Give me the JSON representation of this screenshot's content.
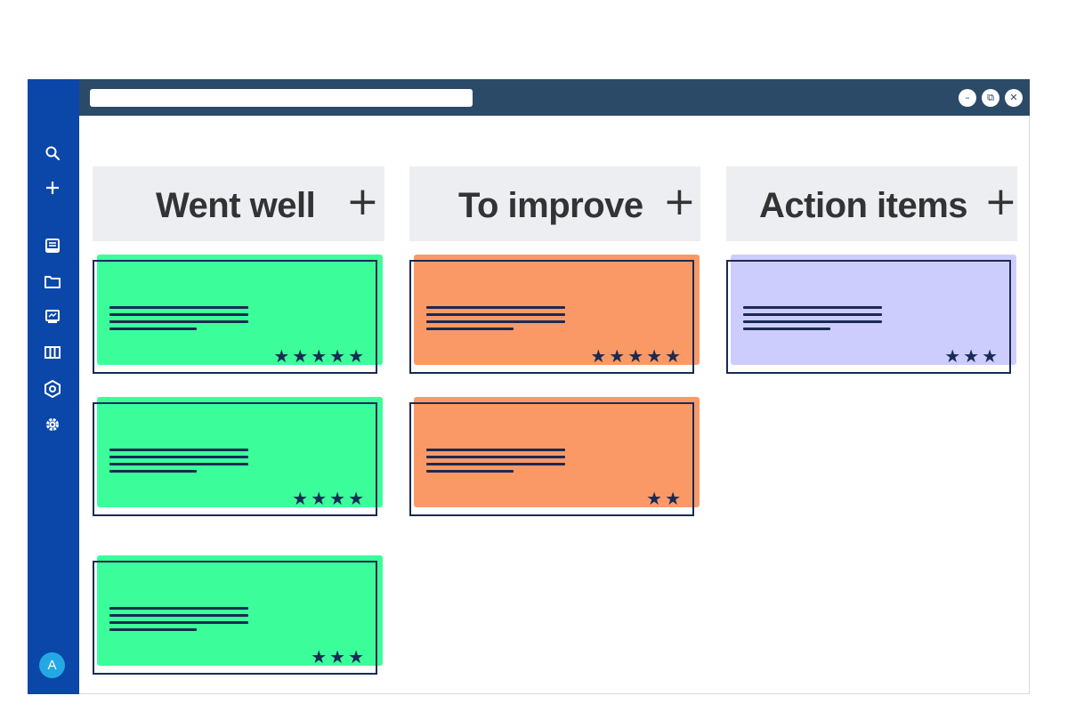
{
  "window": {
    "controls": [
      {
        "name": "minimize",
        "glyph": "–"
      },
      {
        "name": "restore",
        "glyph": "⧉"
      },
      {
        "name": "close",
        "glyph": "✕"
      }
    ]
  },
  "sidebar": {
    "icons": [
      "search-icon",
      "add-icon",
      "inbox-icon",
      "folder-icon",
      "board-icon",
      "columns-icon",
      "shield-icon",
      "gear-icon"
    ],
    "avatar_initial": "A"
  },
  "columns": [
    {
      "title": "Went well",
      "plus": "+",
      "color": "#3bfe9a",
      "cards": [
        {
          "rating": 5
        },
        {
          "rating": 4
        },
        {
          "rating": 3
        }
      ]
    },
    {
      "title": "To improve",
      "plus": "+",
      "color": "#fb9966",
      "cards": [
        {
          "rating": 5
        },
        {
          "rating": 2
        }
      ]
    },
    {
      "title": "Action items",
      "plus": "+",
      "color": "#cdcdfd",
      "cards": [
        {
          "rating": 3
        }
      ]
    }
  ],
  "colors": {
    "sidebar": "#0a47a9",
    "titlebar": "#2b4a68",
    "ink": "#1a2a55",
    "avatar": "#24a8e3"
  }
}
